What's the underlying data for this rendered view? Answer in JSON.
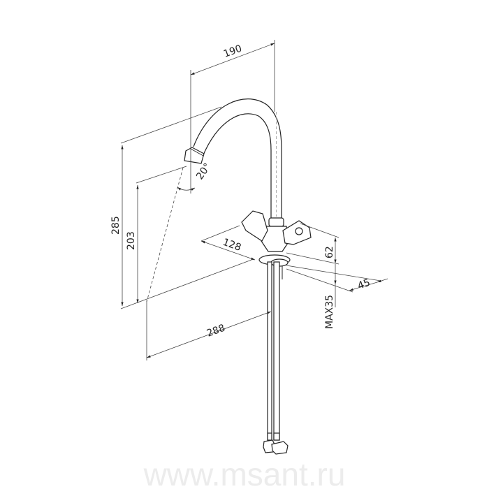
{
  "drawing": {
    "dimensions": {
      "spout_reach": "190",
      "total_height": "285",
      "spout_height": "203",
      "spout_angle": "20°",
      "base_to_spout": "288",
      "handle_span": "128",
      "body_height": "62",
      "base_diameter": "45",
      "max_counter": "MAX35"
    },
    "watermark": "www.msant.ru"
  },
  "colors": {
    "line": "#222222",
    "dim_line": "#444444",
    "watermark": "#ececec"
  }
}
